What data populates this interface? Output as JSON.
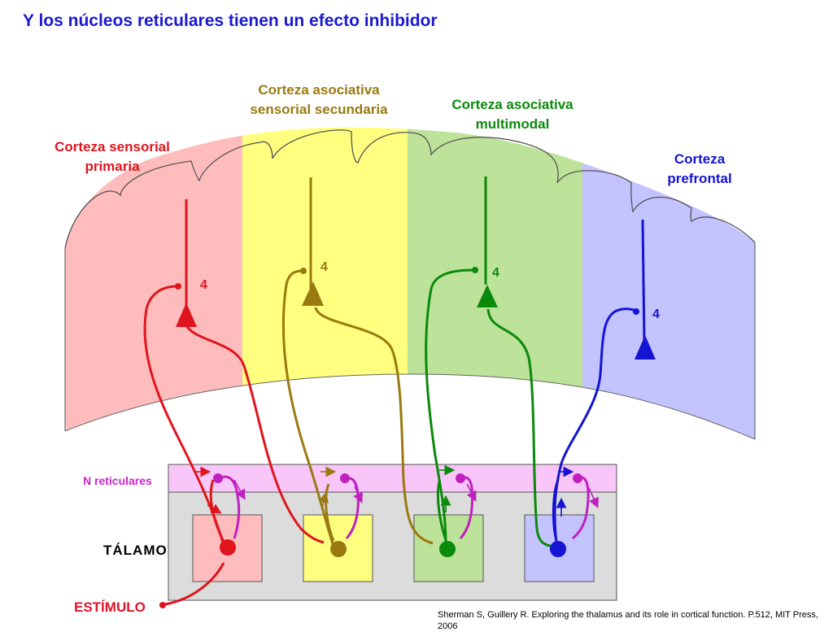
{
  "title": "Y los núcleos reticulares tienen un efecto inhibidor",
  "regions": [
    {
      "line1": "Corteza sensorial",
      "line2": "primaria",
      "layer": "4",
      "color": "#e0141e"
    },
    {
      "line1": "Corteza asociativa",
      "line2": "sensorial secundaria",
      "layer": "4",
      "color": "#9a7a10"
    },
    {
      "line1": "Corteza asociativa",
      "line2": "multimodal",
      "layer": "4",
      "color": "#0a8a0a"
    },
    {
      "line1": "Corteza",
      "line2": "prefrontal",
      "layer": "4",
      "color": "#1414d2"
    }
  ],
  "labels": {
    "reticulares": "N reticulares",
    "talamo": "TÁLAMO",
    "estimulo": "ESTÍMULO"
  },
  "citation": "Sherman S, Guillery R. Exploring the thalamus and its role in cortical function. P.512, MIT Press, 2006",
  "colors": {
    "region_fills": [
      "#ffbcbc",
      "#ffff80",
      "#bde39a",
      "#c3c3ff"
    ],
    "reticular_band": "#f9c6f9",
    "thalamus_box": "#dcdcdc",
    "reticular_neuron": "#c020c0"
  }
}
